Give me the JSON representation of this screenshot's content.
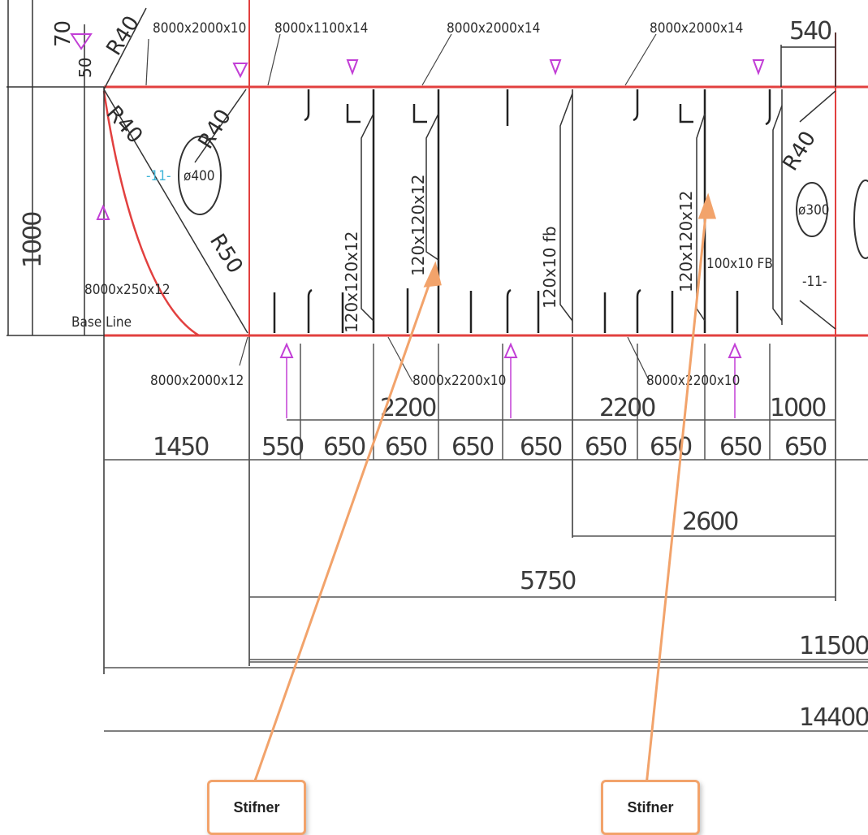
{
  "dimensions_top": {
    "d70": "70",
    "d50": "50",
    "d540": "540",
    "d1000_vertical": "1000"
  },
  "plate_labels": {
    "top_left_bulkhead": "8000x2000x10",
    "top_deck_1": "8000x1100x14",
    "top_deck_2": "8000x2000x14",
    "top_deck_3": "8000x2000x14",
    "bilge": "8000x250x12",
    "base_line": "Base Line",
    "bottom_bulkhead": "8000x2000x12",
    "bottom_1": "8000x2200x10",
    "bottom_2": "8000x2200x10"
  },
  "radii": {
    "r40_top": "R40",
    "r40_mid": "R40",
    "r40_left": "R40",
    "r50": "R50",
    "r40_right": "R40"
  },
  "holes": {
    "left": "ø400",
    "right": "ø300",
    "marker_left": "-11-",
    "marker_right": "-11-"
  },
  "stiffener_labels": {
    "s1": "120x120x12",
    "s2": "120x120x12",
    "s3": "120x10 fb",
    "s4": "120x120x12",
    "fb": "100x10 FB"
  },
  "dimension_rows": {
    "row1": [
      "2200",
      "2200",
      "1000"
    ],
    "row2": [
      "1450",
      "550",
      "650",
      "650",
      "650",
      "650",
      "650",
      "650",
      "650",
      "650"
    ],
    "row3": "2600",
    "row4": "5750",
    "row5": "11500",
    "row6": "14400"
  },
  "callouts": {
    "left": "Stifner",
    "right": "Stifner"
  },
  "colors": {
    "plate_red": "#e2403f",
    "marker_magenta": "#c23fd6",
    "callout_orange": "#f2a36b",
    "line_dark": "#333333",
    "hole_cyan": "#3fb5d8"
  }
}
